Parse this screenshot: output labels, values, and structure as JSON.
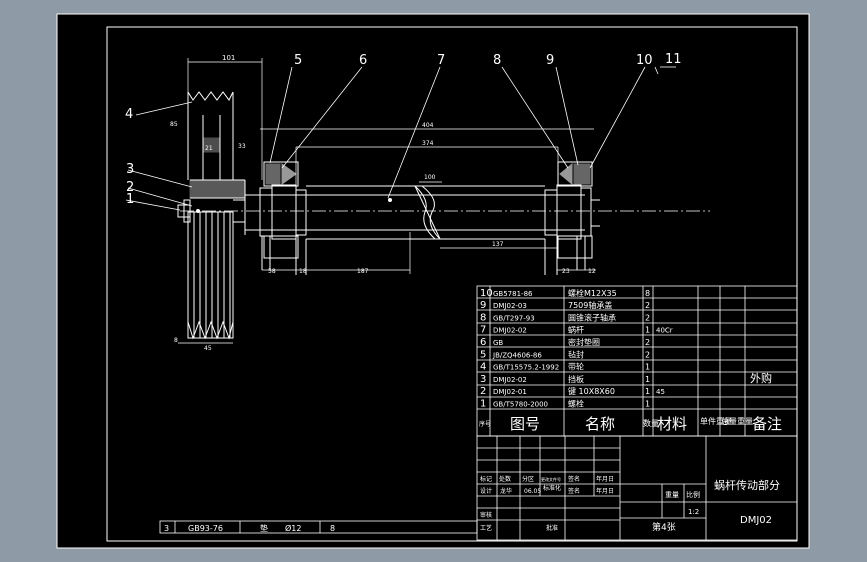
{
  "balloons": [
    "1",
    "2",
    "3",
    "4",
    "5",
    "6",
    "7",
    "8",
    "9",
    "10",
    "11"
  ],
  "dimensions": {
    "d101": "101",
    "d404": "404",
    "d374": "374",
    "d100": "100",
    "d137": "137",
    "d58": "58",
    "d18": "18",
    "d187": "187",
    "d45": "45",
    "d23": "23",
    "d12": "12",
    "d8": "8",
    "d85": "85",
    "d21": "21",
    "d33": "33"
  },
  "bom": [
    {
      "no": "10",
      "code": "GB5781-86",
      "name": "螺栓M12X35",
      "qty": "8",
      "mat": "",
      "note": ""
    },
    {
      "no": "9",
      "code": "DMJ02-03",
      "name": "7509轴承盖",
      "qty": "2",
      "mat": "",
      "note": ""
    },
    {
      "no": "8",
      "code": "GB/T297-93",
      "name": "圆锥滚子轴承",
      "qty": "2",
      "mat": "",
      "note": ""
    },
    {
      "no": "7",
      "code": "DMJ02-02",
      "name": "蜗杆",
      "qty": "1",
      "mat": "40Cr",
      "note": ""
    },
    {
      "no": "6",
      "code": "GB",
      "name": "密封垫圈",
      "qty": "2",
      "mat": "",
      "note": ""
    },
    {
      "no": "5",
      "code": "JB/ZQ4606-86",
      "name": "毡封",
      "qty": "2",
      "mat": "",
      "note": ""
    },
    {
      "no": "4",
      "code": "GB/T15575.2-1992",
      "name": "带轮",
      "qty": "1",
      "mat": "",
      "note": ""
    },
    {
      "no": "3",
      "code": "DMJ02-02",
      "name": "挡板",
      "qty": "1",
      "mat": "",
      "note": "外购"
    },
    {
      "no": "2",
      "code": "DMJ02-01",
      "name": "键 10X8X60",
      "qty": "1",
      "mat": "45",
      "note": ""
    },
    {
      "no": "1",
      "code": "GB/T5780-2000",
      "name": "螺栓",
      "qty": "1",
      "mat": "",
      "note": ""
    }
  ],
  "bom_header": {
    "seq": "序号",
    "code": "图号",
    "name": "名称",
    "qty": "数量",
    "mat": "材料",
    "unit_weight": "单件重量",
    "total_weight": "总量重量",
    "note": "备注"
  },
  "bottom_row": {
    "no": "3",
    "code": "GB93-76",
    "name": "垫",
    "spec": "Ø12",
    "qty": "8"
  },
  "title_block": {
    "mark": "标记",
    "count": "处数",
    "zone": "分区",
    "doc": "更改文件号",
    "sign": "签名",
    "date": "年月日",
    "design": "设计",
    "designer": "龙华",
    "stamp": "06.05",
    "std": "标准化",
    "sign2": "签名",
    "date2": "年月日",
    "review": "审核",
    "process": "工艺",
    "approve": "批准",
    "weight": "重量",
    "scale_label": "比例",
    "scale": "1:2",
    "sheet": "第4张",
    "title": "蜗杆传动部分",
    "code": "DMJ02"
  }
}
